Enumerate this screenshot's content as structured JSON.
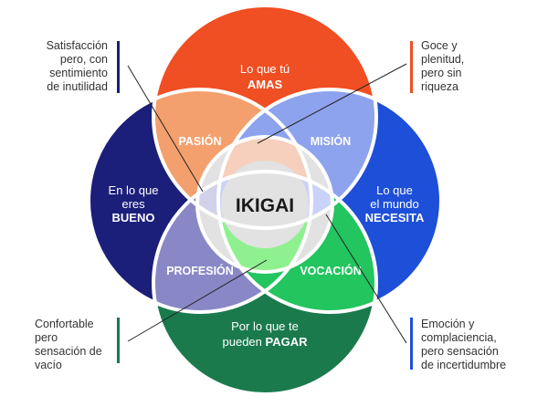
{
  "colors": {
    "love": "#f04e23",
    "good": "#1b1f7a",
    "need": "#1d4fd8",
    "paid": "#1a7a4c",
    "pasion": "#f4a06e",
    "mision": "#8da3ee",
    "profesion": "#8a87c7",
    "vocacion": "#22c55e",
    "center": "#e2e2e2",
    "center_top": "#f6d0bd",
    "center_left": "#d2d1ea",
    "center_right": "#c9d3f7",
    "center_bottom": "#8ff08f",
    "bar_left_top": "#1b1f7a",
    "bar_right_top": "#f04e23",
    "bar_left_bottom": "#1a7a4c",
    "bar_right_bottom": "#1d4fd8"
  },
  "circles": {
    "love": {
      "line1": "Lo que tú",
      "line2": "AMAS"
    },
    "good": {
      "line1": "En lo que",
      "line2": "eres",
      "line3": "BUENO"
    },
    "need": {
      "line1": "Lo que",
      "line2": "el mundo",
      "line3": "NECESITA"
    },
    "paid": {
      "line1": "Por lo que te",
      "line2_a": "pueden ",
      "line2_b": "PAGAR"
    }
  },
  "intersections": {
    "pasion": "PASIÓN",
    "mision": "MISIÓN",
    "profesion": "PROFESIÓN",
    "vocacion": "VOCACIÓN",
    "center": "IKIGAI"
  },
  "notes": {
    "top_left": [
      "Satisfacción",
      "pero, con",
      "sentimiento",
      "de inutilidad"
    ],
    "top_right": [
      "Goce y",
      "plenitud,",
      "pero sin",
      "riqueza"
    ],
    "bottom_left": [
      "Confortable",
      "pero",
      "sensación de",
      "vacío"
    ],
    "bottom_right": [
      "Emoción y",
      "complaciencia,",
      "pero sensación",
      "de incertidumbre"
    ]
  }
}
